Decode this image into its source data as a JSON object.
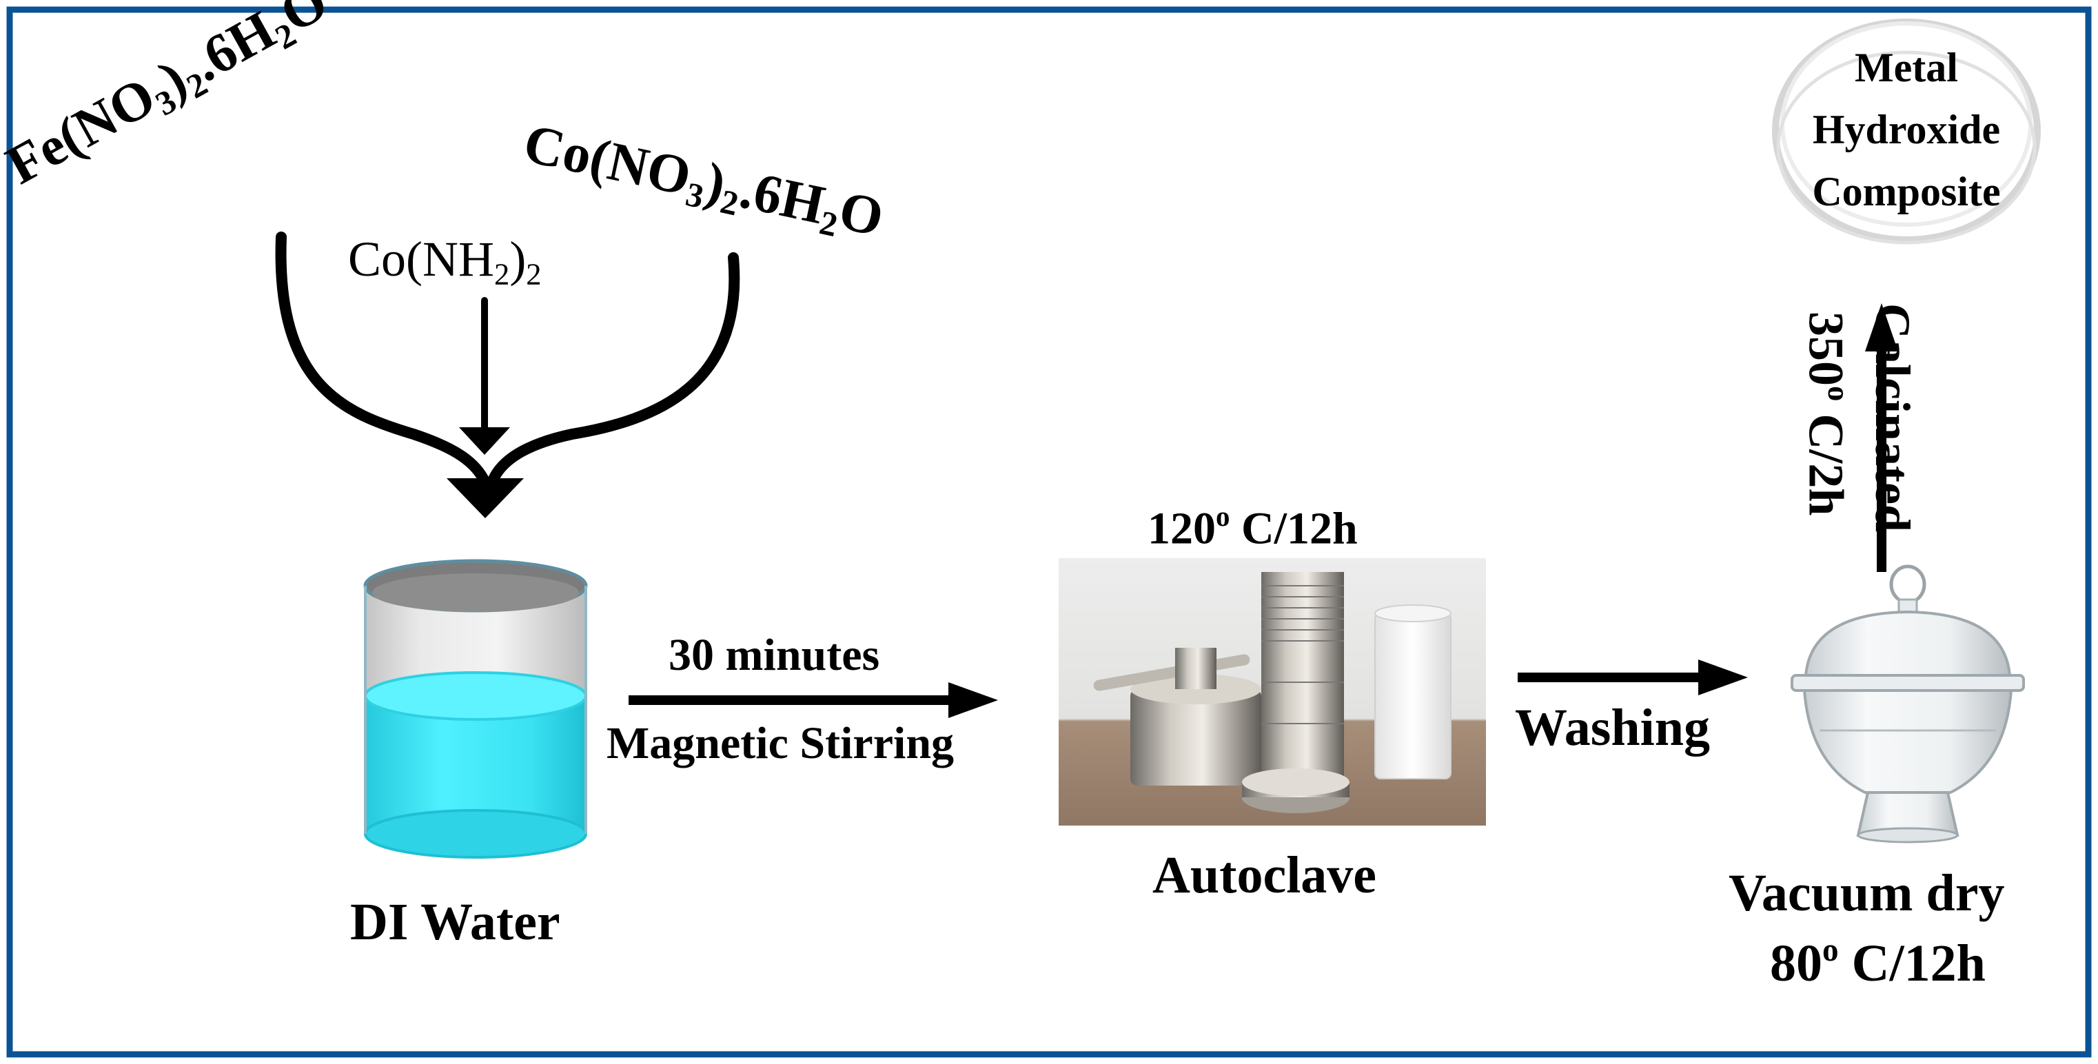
{
  "colors": {
    "frame": "#0b5394",
    "arrow": "#000000",
    "liquid": "#3fe0ee",
    "liquid_dark": "#22c7db",
    "glass": "#9a9a9a"
  },
  "reagents": {
    "fe_nitrate": {
      "prefix": "Fe(NO",
      "s1": "3",
      "mid": ")",
      "s2": "2",
      "tail": ".6H",
      "s3": "2",
      "end": "O"
    },
    "urea": {
      "prefix": "Co(NH",
      "s1": "2",
      "mid": ")",
      "s2": "2"
    },
    "co_nitrate": {
      "prefix": "Co(NO",
      "s1": "3",
      "mid": ")",
      "s2": "2",
      "tail": ".6H",
      "s3": "2",
      "end": "O"
    }
  },
  "steps": {
    "beaker_label": "DI Water",
    "stirring_time": "30 minutes",
    "stirring_label": "Magnetic Stirring",
    "autoclave_condition": {
      "num": "120",
      "sup": "o",
      "rest": " C/12h"
    },
    "autoclave_label": "Autoclave",
    "washing_label": "Washing",
    "vacuum_label": "Vacuum dry",
    "vacuum_condition": {
      "num": "80",
      "sup": "o",
      "rest": " C/12h"
    },
    "calcination_label": "Calcinated",
    "calcination_condition": {
      "num": "350",
      "sup": "o",
      "rest": " C/2h"
    },
    "product_lines": [
      "Metal",
      "Hydroxide",
      "Composite"
    ]
  },
  "icons": [
    "beaker-icon",
    "autoclave-photo",
    "desiccator-icon",
    "petri-dish-icon"
  ]
}
